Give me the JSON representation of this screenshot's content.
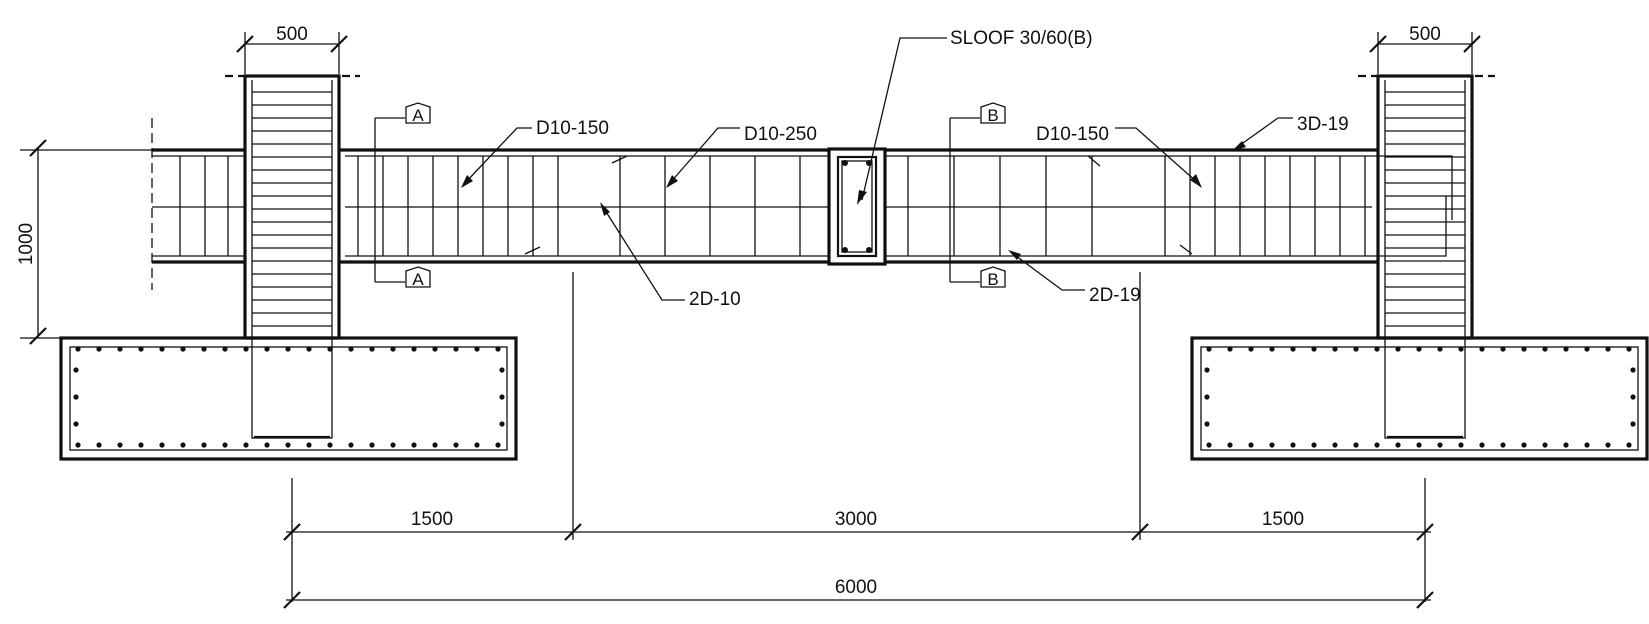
{
  "labels": {
    "col_width_left": "500",
    "col_width_right": "500",
    "sloof": "SLOOF 30/60(B)",
    "stirrup_end_left": "D10-150",
    "stirrup_mid": "D10-250",
    "stirrup_end_right": "D10-150",
    "top_bars": "3D-19",
    "bottom_bars_left": "2D-10",
    "bottom_bars_right": "2D-19",
    "height": "1000",
    "section_a_top": "A",
    "section_a_bottom": "A",
    "section_b_top": "B",
    "section_b_bottom": "B",
    "dim_left": "1500",
    "dim_mid": "3000",
    "dim_right": "1500",
    "dim_total": "6000"
  }
}
